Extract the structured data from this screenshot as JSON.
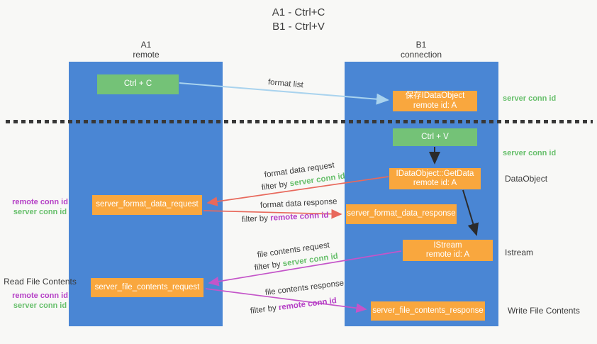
{
  "title": {
    "line1": "A1 - Ctrl+C",
    "line2": "B1 - Ctrl+V"
  },
  "columns": {
    "left": {
      "name": "A1",
      "role": "remote"
    },
    "right": {
      "name": "B1",
      "role": "connection"
    }
  },
  "nodes": {
    "ctrl_c": {
      "label": "Ctrl + C"
    },
    "save_idataobject": {
      "line1": "保存IDataObject",
      "line2": "remote id: A"
    },
    "ctrl_v": {
      "label": "Ctrl + V"
    },
    "getdata": {
      "line1": "IDataObject::GetData",
      "line2": "remote id: A"
    },
    "format_request": {
      "label": "server_format_data_request"
    },
    "format_response": {
      "label": "server_format_data_response"
    },
    "istream": {
      "line1": "IStream",
      "line2": "remote id: A"
    },
    "file_request": {
      "label": "server_file_contents_request"
    },
    "file_response": {
      "label": "server_file_contents_response"
    }
  },
  "side_labels": {
    "server_conn_id_top": "server conn id",
    "server_conn_id_mid": "server conn id",
    "data_object": "DataObject",
    "istream": "Istream",
    "write_file_contents": "Write File Contents",
    "read_file_contents": "Read File Contents",
    "left_pair_top": {
      "remote": "remote conn id",
      "server": "server conn id"
    },
    "left_pair_bottom": {
      "remote": "remote conn id",
      "server": "server conn id"
    }
  },
  "flow_labels": {
    "format_list": "format list",
    "format_data_request": "format data request",
    "format_data_response": "format data response",
    "file_contents_request": "file contents request",
    "file_contents_response": "file contents response",
    "filter_by": "filter by ",
    "server_conn_id": "server conn id",
    "remote_conn_id": "remote conn id"
  },
  "colors": {
    "column_blue": "#4a86d4",
    "box_green": "#74c277",
    "box_orange": "#f9a73e",
    "green_label": "#67bf6b",
    "purple_label": "#b53fc6",
    "arrow_red": "#e8695c",
    "arrow_purple": "#c455c9",
    "arrow_blue": "#a9d3ee",
    "arrow_black": "#2b2b2b"
  }
}
